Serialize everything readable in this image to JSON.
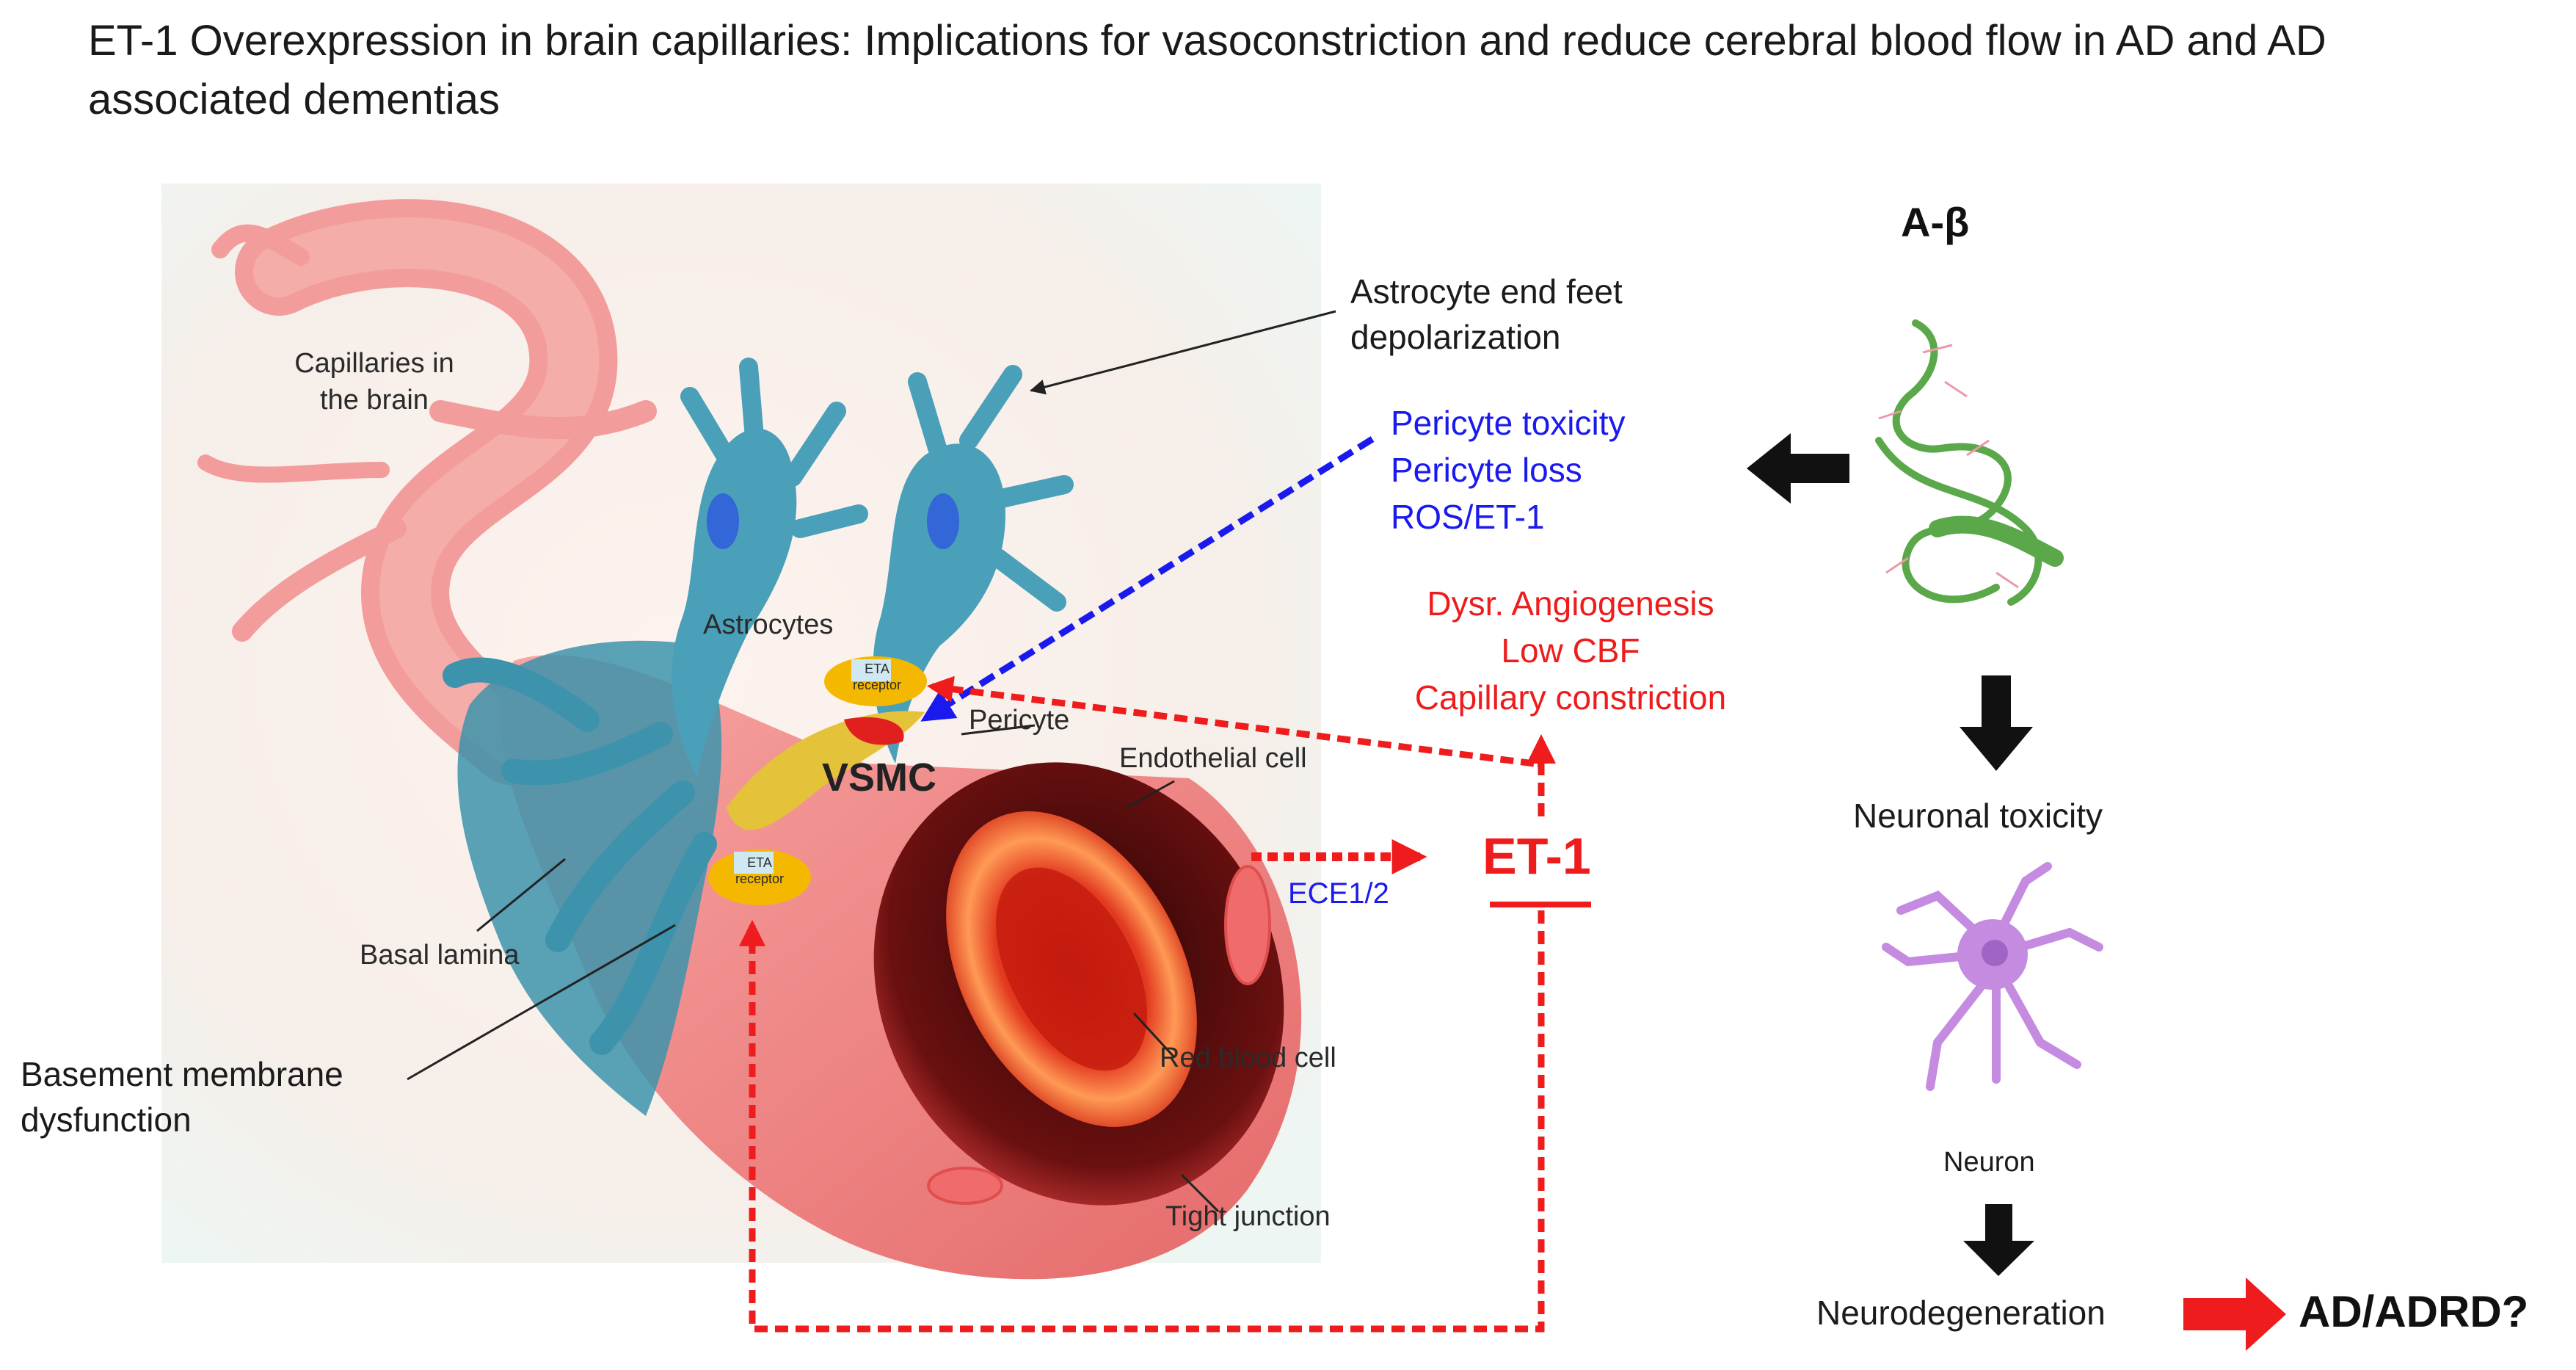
{
  "title": "ET-1 Overexpression in brain capillaries: Implications for vasoconstriction and reduce cerebral blood flow in AD and AD associated dementias",
  "labels": {
    "capillaries_brain": "Capillaries in the brain",
    "astrocyte_end_feet": "Astrocyte end feet depolarization",
    "astrocytes": "Astrocytes",
    "eta_receptor_1": "ETA receptor",
    "eta_receptor_2": "ETA receptor",
    "pericyte": "Pericyte",
    "vsmc": "VSMC",
    "endothelial_cell": "Endothelial cell",
    "basal_lamina": "Basal lamina",
    "basement_membrane": "Basement membrane dysfunction",
    "red_blood_cell": "Red blood cell",
    "tight_junction": "Tight junction",
    "ece": "ECE1/2",
    "et1": "ET-1"
  },
  "blue_text": [
    "Pericyte toxicity",
    "Pericyte loss",
    "ROS/ET-1"
  ],
  "red_text": [
    "Dysr. Angiogenesis",
    "Low CBF",
    "Capillary constriction"
  ],
  "pathway": {
    "abeta": "A-β",
    "neuronal_toxicity": "Neuronal toxicity",
    "neuron": "Neuron",
    "neurodegeneration": "Neurodegeneration",
    "outcome": "AD/ADRD?"
  },
  "colors": {
    "vessel": "#f28b8b",
    "astrocyte": "#4aa0b8",
    "receptor": "#f5b800",
    "accent_red": "#ee1c1c",
    "accent_blue": "#1a1aee",
    "neuron": "#c48be0",
    "protein": "#5aa84a"
  }
}
